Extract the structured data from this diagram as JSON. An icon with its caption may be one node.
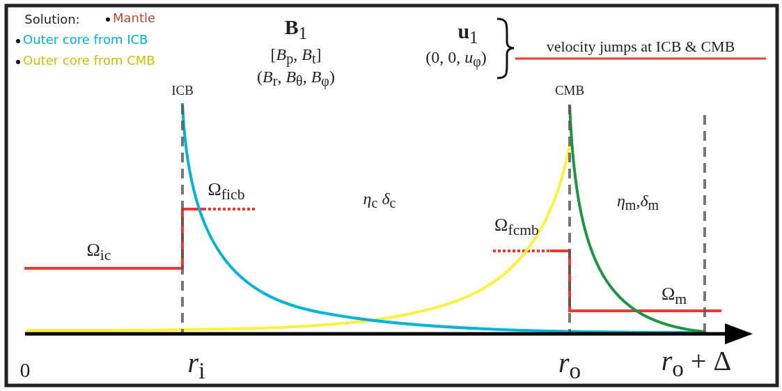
{
  "diagram": {
    "labels": [
      "Solution:",
      "**B**$_{1}$",
      "[*B*$_{p}$, *B*$_{t}$]",
      "(*B*$_{r}$, *B*$_{θ}$, *B*$_{φ}$)",
      "**u**$_{1}$",
      "(0, 0, *u*$_{φ}$)",
      "velocity jumps at ICB & CMB",
      "ICB",
      "CMB",
      "Ω$_{ficb}$",
      "*η*$_{c}$ *δ*$_{c}$",
      "Ω$_{fcmb}$",
      "*η*$_{m}$,*δ*$_{m}$",
      "Ω$_{ic}$",
      "Ω$_{m}$",
      "0",
      "*r*$_{i}$",
      "*r*$_{o}$",
      "*r*$_{o}$ + Δ"
    ],
    "legend": [
      {
        "text": "Mantle",
        "color": "#b5473a"
      },
      {
        "text": "Outer core from ICB",
        "color": "#00b4d8"
      },
      {
        "text": "Outer core from CMB",
        "color": "#d4bc00"
      }
    ]
  }
}
